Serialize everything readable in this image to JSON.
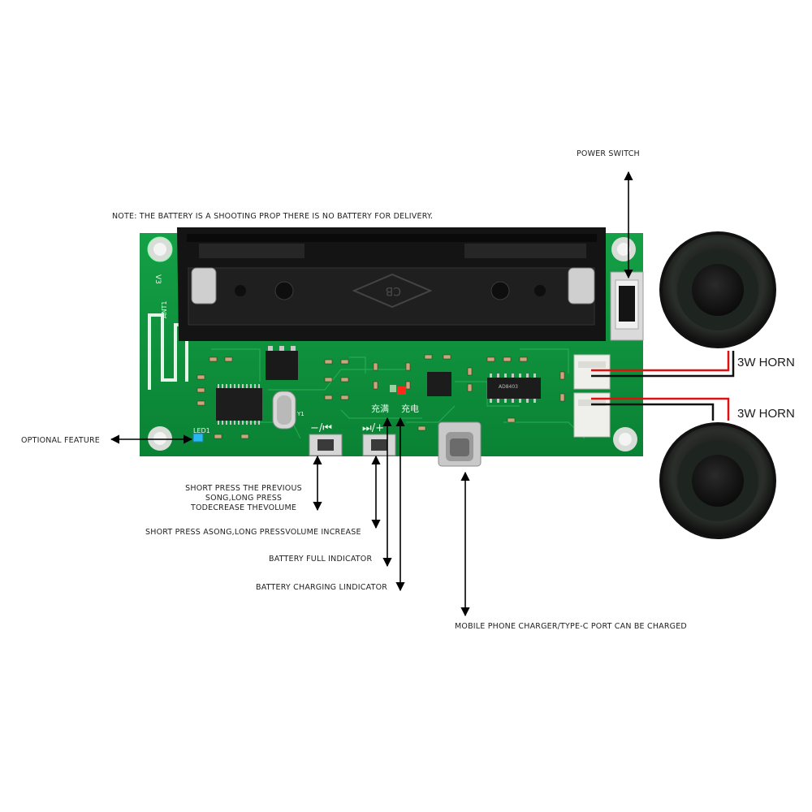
{
  "notes": {
    "battery_note": "NOTE: THE BATTERY IS A SHOOTING PROP THERE IS NO BATTERY FOR DELIVERY."
  },
  "callouts": {
    "power_switch": "POWER SWITCH",
    "optional_feature": "OPTIONAL FEATURE",
    "prev_button": [
      "SHORT PRESS THE PREVIOUS",
      "SONG,LONG PRESS",
      "TODECREASE THEVOLUME"
    ],
    "next_button": "SHORT PRESS ASONG,LONG PRESSVOLUME INCREASE",
    "battery_full": "BATTERY FULL INDICATOR",
    "battery_charging": "BATTERY CHARGING LINDICATOR",
    "typec_port": "MOBILE PHONE CHARGER/TYPE-C PORT CAN BE CHARGED"
  },
  "speakers": {
    "top_label": "3W HORN",
    "bottom_label": "3W HORN"
  },
  "board_silkscreen": {
    "version": "V3",
    "antenna": "ANT1",
    "led": "LED1",
    "prev_button_symbol": "−/⏮",
    "next_button_symbol": "⏭/+",
    "charge_full": "充满",
    "charging": "充电",
    "crystal": "Y1",
    "chip": "AD8403",
    "holder_logo": "CB"
  },
  "colors": {
    "pcb": "#0d8f3c",
    "pcb_dark": "#077030",
    "battery_holder": "#141414",
    "led_blue": "#2ab8f0",
    "led_red": "#ff2a1a",
    "wire_red": "#e01010",
    "wire_black": "#111111"
  },
  "icons": {
    "arrows": "double-headed-arrow",
    "speaker": "speaker-icon"
  }
}
